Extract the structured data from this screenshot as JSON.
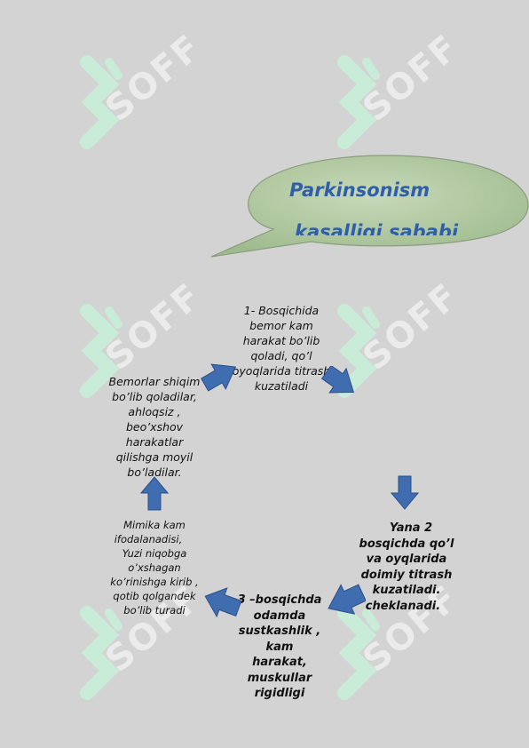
{
  "watermark": {
    "text": "SOFF",
    "icon": "soff-logo-icon"
  },
  "title_bubble": {
    "line1": "Parkinsonism",
    "line2": "kasalligi sababi",
    "fill_color": "#a9c39a",
    "text_color": "#2f5fa8"
  },
  "cycle": {
    "arrow_color": "#3f6db0",
    "stage1": [
      "1- Bosqichida",
      "bemor kam",
      "harakat bo’lib",
      "qoladi, qo’l",
      "oyoqlarida titrash",
      "kuzatiladi"
    ],
    "stage2": [
      "Yana 2",
      "bosqichda qo’l",
      "va oyqlarida",
      "doimiy titrash",
      "kuzatiladi.",
      "cheklanadi."
    ],
    "stage3": [
      "3 –bosqichda",
      "odamda",
      "sustkashlik , kam",
      "harakat,",
      "muskullar",
      "rigidligi"
    ],
    "stage4": [
      "Mimika kam",
      "ifodalanadisi,",
      "Yuzi niqobga",
      "o’xshagan",
      "ko’rinishga kirib ,",
      "qotib qolgandek",
      "bo’lib turadi"
    ],
    "stage5": [
      "Bemorlar shiqim",
      "bo’lib qoladilar,",
      "ahloqsiz ,",
      "beo’xshov",
      "harakatlar",
      "qilishga moyil",
      "bo’ladilar."
    ]
  }
}
